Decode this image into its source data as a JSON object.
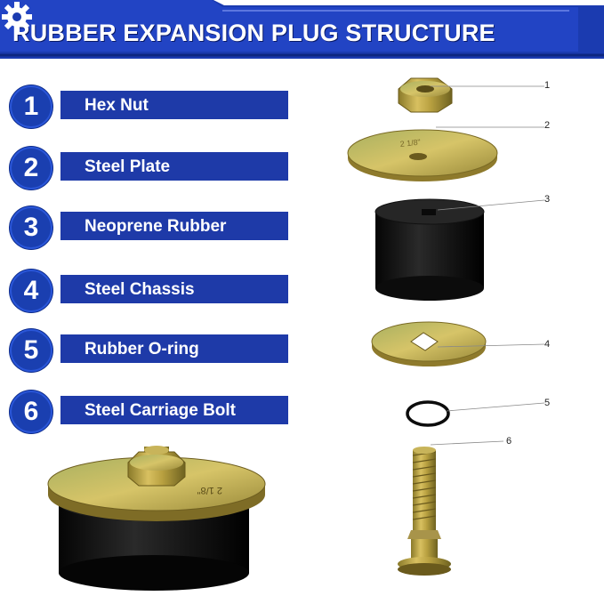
{
  "header": {
    "title": "RUBBER EXPANSION PLUG STRUCTURE",
    "accent_color": "#1b3bb0",
    "icon": "gear-icon"
  },
  "components": [
    {
      "number": "1",
      "name": "Hex Nut"
    },
    {
      "number": "2",
      "name": "Steel Plate"
    },
    {
      "number": "3",
      "name": "Neoprene Rubber"
    },
    {
      "number": "4",
      "name": "Steel Chassis"
    },
    {
      "number": "5",
      "name": "Rubber O-ring"
    },
    {
      "number": "6",
      "name": "Steel Carriage Bolt"
    }
  ],
  "callouts": [
    "1",
    "2",
    "3",
    "4",
    "5",
    "6"
  ],
  "stamp_text": "2 1/8\""
}
